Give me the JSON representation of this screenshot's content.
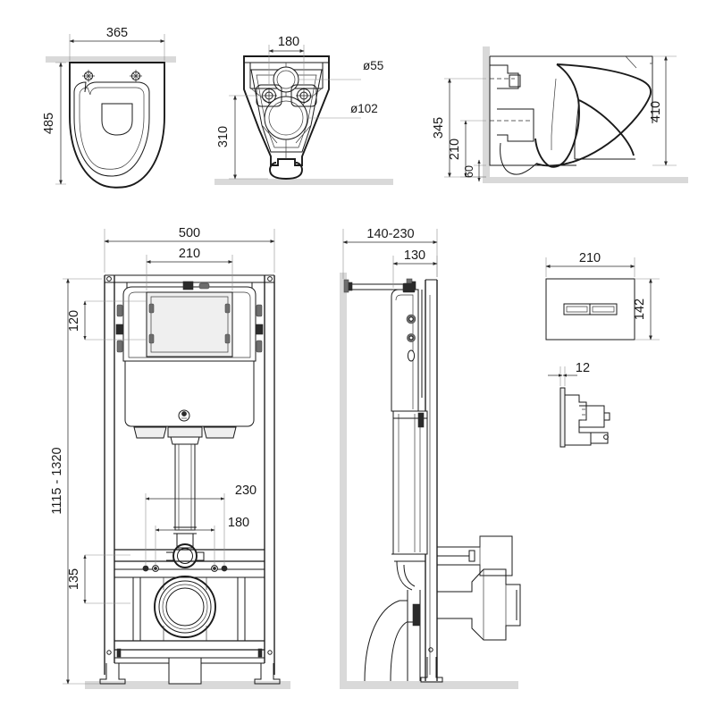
{
  "drawing": {
    "kind": "technical-dimension-drawing",
    "subject": "Wall-hung toilet bowl with concealed in-wall cistern frame and flush plate",
    "units": "mm",
    "line_color": "#1a1a1a",
    "floor_color": "#d9d9d9",
    "background": "#ffffff"
  },
  "views": {
    "bowl_top": {
      "name": "Toilet bowl — top view",
      "dims": {
        "width": "365",
        "depth": "485"
      }
    },
    "bowl_rear": {
      "name": "Toilet bowl — rear view",
      "dims": {
        "bolt_spacing": "180",
        "height": "310",
        "small_hole": "ø55",
        "large_hole": "ø102"
      }
    },
    "bowl_side": {
      "name": "Toilet bowl — side section view",
      "dims": {
        "seat_height": "345",
        "outlet_center": "210",
        "lower_offset": "60",
        "projection": "410"
      }
    },
    "frame_front": {
      "name": "Installation frame — front view",
      "dims": {
        "frame_width": "500",
        "access_opening": "210",
        "opening_height": "120",
        "total_height_range": "1115 - 1320",
        "outlet_spacing": "230",
        "bolt_spacing": "180",
        "bottom_height": "135"
      }
    },
    "frame_side": {
      "name": "Installation frame — side view",
      "dims": {
        "depth_range": "140-230",
        "frame_depth": "130"
      }
    },
    "plate_front": {
      "name": "Flush plate — front view",
      "dims": {
        "width": "210",
        "height": "142"
      }
    },
    "plate_side": {
      "name": "Flush plate — side view",
      "dims": {
        "thickness": "12"
      }
    }
  },
  "labels": {
    "d365": "365",
    "d485": "485",
    "d180_rear": "180",
    "d310": "310",
    "d55": "ø55",
    "d102": "ø102",
    "d345": "345",
    "d210_side": "210",
    "d60": "60",
    "d410": "410",
    "d500": "500",
    "d210_open": "210",
    "d120": "120",
    "d1115_1320": "1115 - 1320",
    "d230": "230",
    "d180_frame": "180",
    "d135": "135",
    "d140_230": "140-230",
    "d130": "130",
    "d210_plate": "210",
    "d142": "142",
    "d12": "12"
  }
}
